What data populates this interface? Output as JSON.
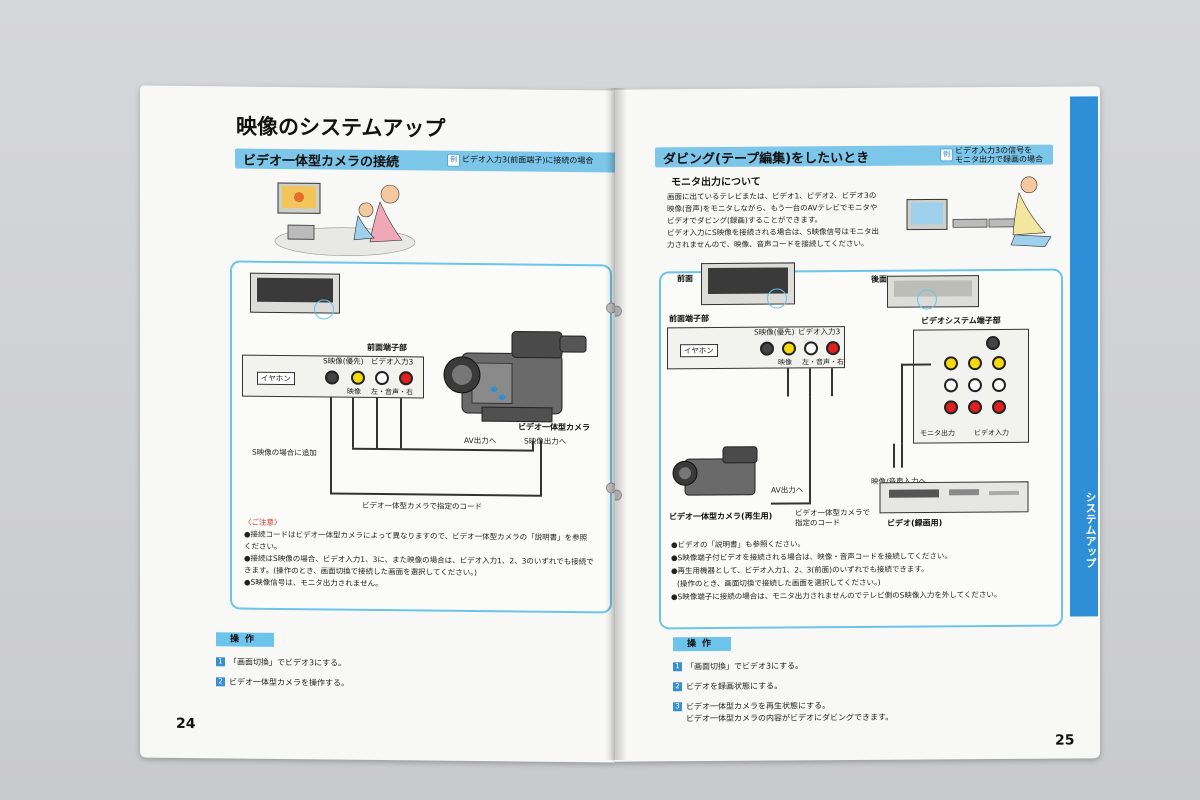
{
  "left_page": {
    "title": "映像のシステムアップ",
    "section": {
      "label": "ビデオ一体型カメラの接続",
      "note_mark": "例",
      "note": "ビデオ入力3(前面端子)に接続の場合"
    },
    "diagram": {
      "front_panel_label": "前面端子部",
      "s_video_label": "S映像(優先)",
      "video_in3_label": "ビデオ入力3",
      "earphone_label": "イヤホン",
      "jack_labels": [
        "映像",
        "左・音声・右"
      ],
      "camera_label": "ビデオ一体型カメラ",
      "av_out": "AV出力へ",
      "s_out": "S映像出力へ",
      "s_case": "S映像の場合に追加",
      "cord": "ビデオ一体型カメラで指定のコード"
    },
    "caution": {
      "title": "〈ご注意〉",
      "bullets": [
        "●接続コードはビデオ一体型カメラによって異なりますので、ビデオ一体型カメラの「説明書」を参照ください。",
        "●接続はS映像の場合、ビデオ入力1、3に、また映像の場合は、ビデオ入力1、2、3のいずれでも接続できます。(操作のとき、画面切換で接続した画面を選択してください。)",
        "●S映像信号は、モニタ出力されません。"
      ]
    },
    "operation": {
      "label": "操作",
      "steps": [
        {
          "num": "1",
          "text": "「画面切換」でビデオ3にする。"
        },
        {
          "num": "2",
          "text": "ビデオ一体型カメラを操作する。"
        }
      ]
    },
    "page_number": "24"
  },
  "right_page": {
    "section": {
      "label": "ダビング(テープ編集)をしたいとき",
      "note_mark": "例",
      "note_lines": [
        "ビデオ入力3の信号を",
        "モニタ出力で録画の場合"
      ]
    },
    "subheading": "モニタ出力について",
    "paragraph": [
      "画面に出ているテレビまたは、ビデオ1、ビデオ2、ビデオ3の",
      "映像(音声)をモニタしながら、もう一台のAVテレビでモニタや",
      "ビデオでダビング(録画)することができます。",
      "ビデオ入力にS映像を接続される場合は、S映像信号はモニタ出",
      "力されませんので、映像、音声コードを接続してください。"
    ],
    "diagram": {
      "front_label": "前面",
      "rear_label": "後面",
      "front_panel_label": "前面端子部",
      "s_video_label": "S映像(優先)",
      "video_in3_label": "ビデオ入力3",
      "earphone_label": "イヤホン",
      "jack_labels": [
        "映像",
        "左・音声・右"
      ],
      "system_label": "ビデオシステム端子部",
      "monitor_out": "モニタ出力",
      "video_in": "ビデオ入力",
      "to_rec": "映像/音声入力へ",
      "av_out": "AV出力へ",
      "camera_label": "ビデオ一体型カメラ(再生用)",
      "cord": "ビデオ一体型カメラで指定のコード",
      "vcr_label": "ビデオ(録画用)"
    },
    "bullets": [
      "●ビデオの「説明書」も参照ください。",
      "●S映像端子付ビデオを接続される場合は、映像・音声コードを接続してください。",
      "●再生用機器として、ビデオ入力1、2、3(前面)のいずれでも接続できます。",
      "(操作のとき、画面切換で接続した画面を選択してください。)",
      "●S映像端子に接続の場合は、モニタ出力されませんのでテレビ側のS映像入力を外してください。"
    ],
    "operation": {
      "label": "操作",
      "steps": [
        {
          "num": "1",
          "text": "「画面切換」でビデオ3にする。"
        },
        {
          "num": "2",
          "text": "ビデオを録画状態にする。"
        },
        {
          "num": "3",
          "text": "ビデオ一体型カメラを再生状態にする。"
        }
      ],
      "step3_line2": "ビデオ一体型カメラの内容がビデオにダビングできます。"
    },
    "side_tab": "システムアップ",
    "page_number": "25"
  },
  "colors": {
    "accent_blue": "#7cc6ea",
    "tab_blue": "#2e8fd6",
    "caution_red": "#d0301e"
  }
}
